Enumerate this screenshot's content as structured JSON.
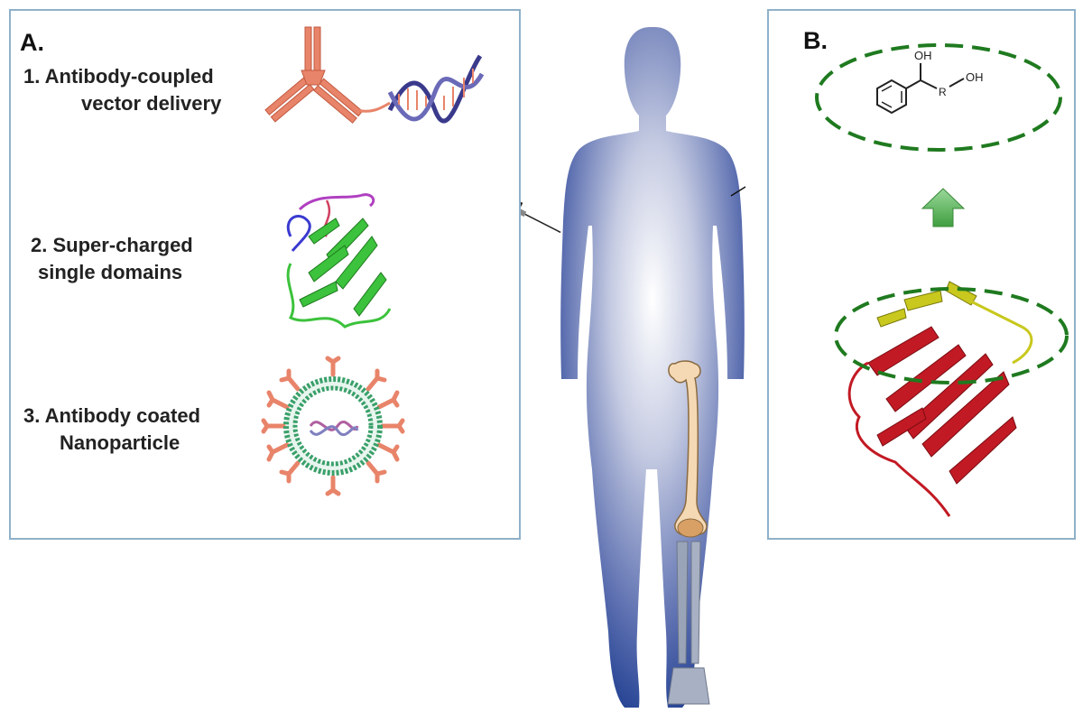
{
  "panel_a": {
    "letter": "A.",
    "items": [
      {
        "number": "1.",
        "line1": "Antibody-coupled",
        "line2": "vector delivery"
      },
      {
        "number": "2.",
        "line1": "Super-charged",
        "line2": "single domains"
      },
      {
        "number": "3.",
        "line1": "Antibody coated",
        "line2": "Nanoparticle"
      }
    ]
  },
  "panel_b": {
    "letter": "B.",
    "molecule": {
      "oh1": "OH",
      "oh2": "OH",
      "r": "R"
    }
  },
  "colors": {
    "panel_border": "#8fb1c9",
    "antibody": "#e8846a",
    "protein_green": "#3cc23c",
    "protein_red": "#c21a24",
    "protein_yellow": "#c8c81e",
    "body_dark": "#163a8c",
    "dashed_green": "#1f7a1f",
    "arrow_green": "#5cb85c"
  }
}
